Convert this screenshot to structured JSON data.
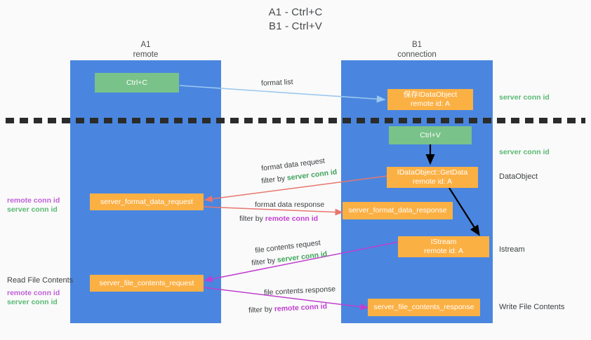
{
  "title": {
    "line1": "A1 - Ctrl+C",
    "line2": "B1 - Ctrl+V"
  },
  "columns": [
    {
      "id": "a1",
      "name": "A1",
      "sub": "remote"
    },
    {
      "id": "b1",
      "name": "B1",
      "sub": "connection"
    }
  ],
  "nodes": {
    "ctrl_c": {
      "line1": "Ctrl+C",
      "line2": ""
    },
    "ctrl_v": {
      "line1": "Ctrl+V",
      "line2": ""
    },
    "save_idataobject": {
      "line1": "保存IDataObject",
      "line2": "remote id: A"
    },
    "getdata": {
      "line1": "IDataObject::GetData",
      "line2": "remote id: A"
    },
    "istream": {
      "line1": "IStream",
      "line2": "remote id: A"
    },
    "server_format_data_request": {
      "line1": "server_format_data_request",
      "line2": ""
    },
    "server_format_data_response": {
      "line1": "server_format_data_response",
      "line2": ""
    },
    "server_file_contents_request": {
      "line1": "server_file_contents_request",
      "line2": ""
    },
    "server_file_contents_response": {
      "line1": "server_file_contents_response",
      "line2": ""
    }
  },
  "edges": {
    "format_list": "format list",
    "format_data_request": "format data request",
    "format_data_request_filter_prefix": "filter by ",
    "format_data_request_filter_value": "server conn id",
    "format_data_response": "format data response",
    "format_data_response_filter_prefix": "filter by ",
    "format_data_response_filter_value": "remote conn id",
    "file_contents_request": "file contents request",
    "file_contents_request_filter_prefix": "filter by ",
    "file_contents_request_filter_value": "server conn id",
    "file_contents_response": "file contents response",
    "file_contents_response_filter_prefix": "filter by ",
    "file_contents_response_filter_value": "remote conn id"
  },
  "annotations": {
    "right_server_conn_id_top": "server conn id",
    "right_server_conn_id_mid": "server conn id",
    "right_dataobject": "DataObject",
    "right_istream": "Istream",
    "right_write_file_contents": "Write File Contents",
    "left_remote_conn_id_1": "remote conn id",
    "left_server_conn_id_1": "server conn id",
    "left_read_file_contents": "Read File Contents",
    "left_remote_conn_id_2": "remote conn id",
    "left_server_conn_id_2": "server conn id"
  },
  "colors": {
    "background": "#fafafa",
    "lane": "#4a86df",
    "green_node": "#79c289",
    "orange_node": "#fbb044",
    "divider": "#2b2b2b",
    "arrow_light_blue": "#9cc8ef",
    "arrow_red": "#e8766e",
    "arrow_magenta": "#c03fd0",
    "arrow_black": "#000000",
    "text_green": "#3fa45b",
    "text_purple": "#c03fd0"
  }
}
